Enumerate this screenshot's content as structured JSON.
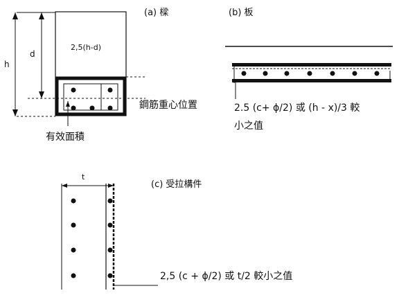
{
  "panel_a": {
    "title": "(a) 樑",
    "label_h": "h",
    "label_d": "d",
    "zone_label": "2,5(h-d)",
    "rebar_label": "鋼筋重心位置",
    "area_label": "有效面積"
  },
  "panel_b": {
    "title": "(b) 板",
    "formula_line1": "2.5 (c+ ϕ/2) 或 (h - x)/3 較",
    "formula_line2": "小之值"
  },
  "panel_c": {
    "title": "(c) 受拉構件",
    "label_t": "t",
    "formula": "2,5 (c + ϕ/2) 或 t/2 較小之值"
  },
  "colors": {
    "ink": "#111111",
    "background": "#ffffff"
  }
}
